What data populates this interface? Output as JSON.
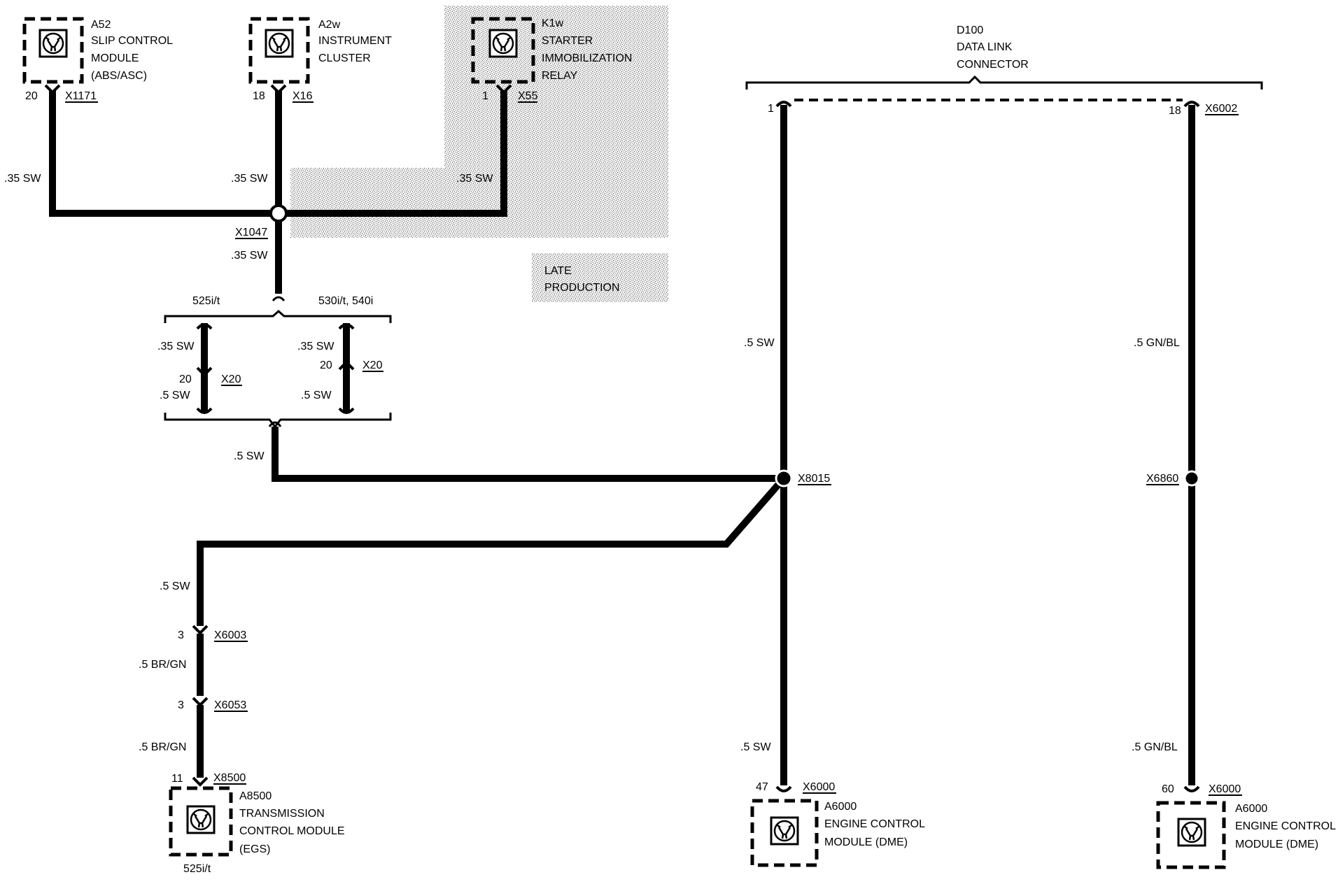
{
  "modules": {
    "a52": {
      "code": "A52",
      "line1": "SLIP CONTROL",
      "line2": "MODULE",
      "line3": "(ABS/ASC)",
      "pin": "20",
      "connector": "X1171"
    },
    "a2w": {
      "code": "A2w",
      "line1": "INSTRUMENT",
      "line2": "CLUSTER",
      "pin": "18",
      "connector": "X16"
    },
    "k1w": {
      "code": "K1w",
      "line1": "STARTER",
      "line2": "IMMOBILIZATION",
      "line3": "RELAY",
      "pin": "1",
      "connector": "X55"
    },
    "a8500": {
      "code": "A8500",
      "line1": "TRANSMISSION",
      "line2": "CONTROL MODULE",
      "line3": "(EGS)",
      "pin": "11",
      "connector": "X8500",
      "variant": "525i/t"
    },
    "a6000_left": {
      "code": "A6000",
      "line1": "ENGINE CONTROL",
      "line2": "MODULE (DME)",
      "pin": "47",
      "connector": "X6000"
    },
    "a6000_right": {
      "code": "A6000",
      "line1": "ENGINE CONTROL",
      "line2": "MODULE (DME)",
      "pin": "60",
      "connector": "X6000"
    }
  },
  "d100": {
    "code": "D100",
    "line1": "DATA LINK",
    "line2": "CONNECTOR",
    "pin_left": "1",
    "pin_right": "18",
    "connector_right": "X6002"
  },
  "splices": {
    "x1047": "X1047",
    "x8015": "X8015",
    "x6860": "X6860"
  },
  "variants": {
    "left": "525i/t",
    "right": "530i/t, 540i",
    "left_pin": "20",
    "left_connector": "X20",
    "right_pin": "20",
    "right_connector": "X20"
  },
  "inline_connectors": {
    "x6003": {
      "pin": "3",
      "connector": "X6003"
    },
    "x6053": {
      "pin": "3",
      "connector": "X6053"
    }
  },
  "late_production": {
    "line1": "LATE",
    "line2": "PRODUCTION"
  },
  "wire_labels": {
    "a52_wire": ".35 SW",
    "a2w_wire": ".35 SW",
    "k1w_wire": ".35 SW",
    "x1047_down": ".35 SW",
    "variant_left_top": ".35 SW",
    "variant_right_top": ".35 SW",
    "variant_left_bottom": ".5 SW",
    "variant_right_bottom": ".5 SW",
    "to_x8015": ".5 SW",
    "to_x6003": ".5 SW",
    "x6003_x6053": ".5 BR/GN",
    "x6053_x8500": ".5 BR/GN",
    "d100_pin1_upper": ".5 SW",
    "d100_pin1_lower": ".5 SW",
    "d100_pin18_upper": ".5 GN/BL",
    "d100_pin18_lower": ".5 GN/BL"
  }
}
